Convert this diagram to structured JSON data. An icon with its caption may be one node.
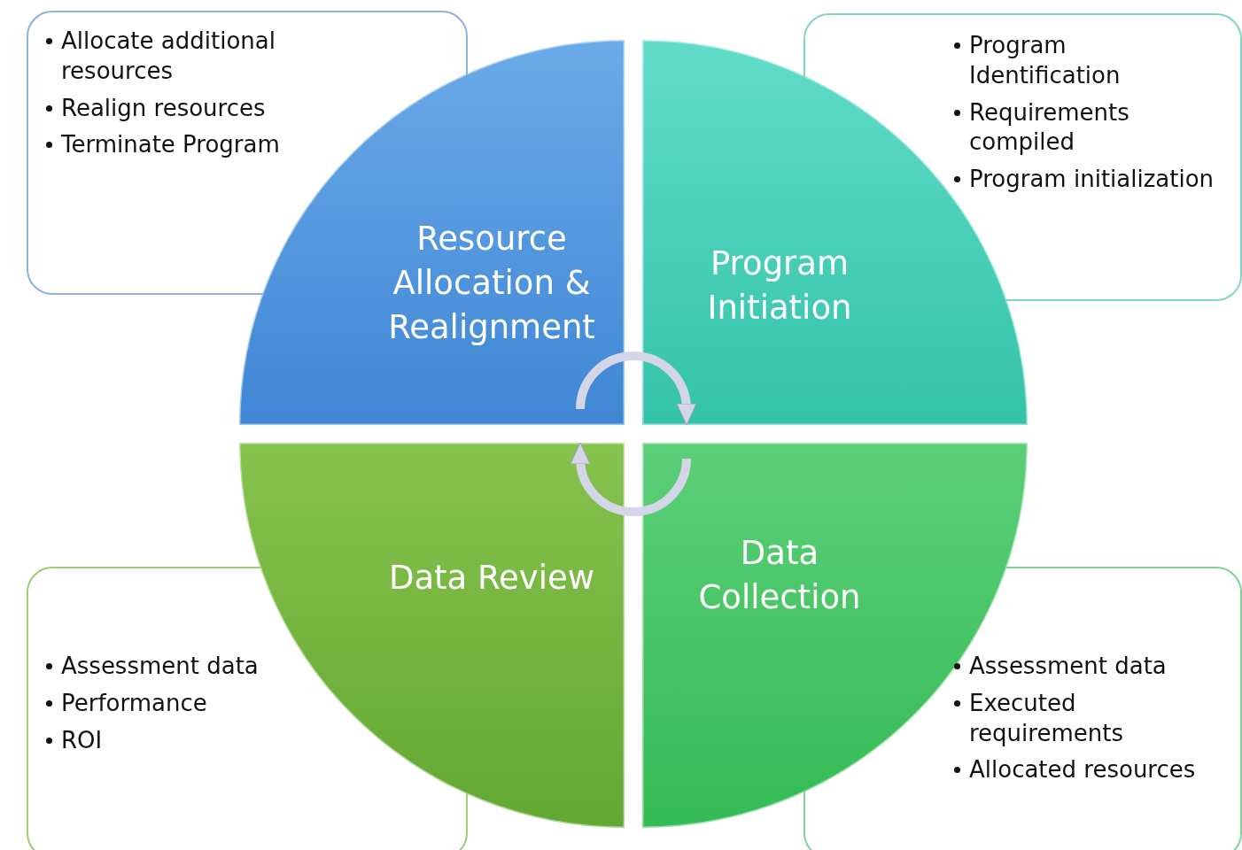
{
  "diagram": {
    "nodes": [
      {
        "text": [
          "Allocate additional resources",
          "Realign resources",
          "Terminate Program"
        ]
      },
      {
        "text": [
          "Program Identification",
          "Requirements compiled",
          "Program initialization"
        ]
      },
      {
        "text": [
          "Resource Allocation & Realignment"
        ]
      },
      {
        "text": [
          "Program Initiation"
        ]
      },
      {
        "text": [
          "Data Review"
        ]
      },
      {
        "text": [
          "Data Collection"
        ]
      },
      {
        "text": [
          "Assessment data",
          "Performance",
          "ROI"
        ]
      },
      {
        "text": [
          "Assessment data",
          "Executed requirements",
          "Allocated resources"
        ]
      }
    ],
    "edges": [
      {
        "from": 2,
        "to": 3,
        "arrow": "to"
      },
      {
        "from": 5,
        "to": 4,
        "arrow": "to"
      }
    ]
  }
}
